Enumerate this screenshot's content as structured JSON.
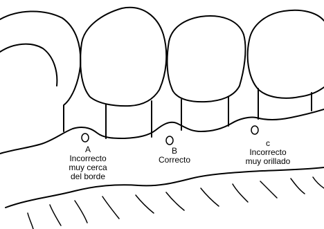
{
  "labels": {
    "a": {
      "letter": "A",
      "line1": "Incorrecto",
      "line2": "muy cerca",
      "line3": "del borde"
    },
    "b": {
      "letter": "B",
      "line1": "Correcto"
    },
    "c": {
      "letter": "c",
      "line1": "Incorrecto",
      "line2": "muy orillado"
    }
  },
  "colors": {
    "ink": "#000000",
    "background": "#ffffff"
  }
}
